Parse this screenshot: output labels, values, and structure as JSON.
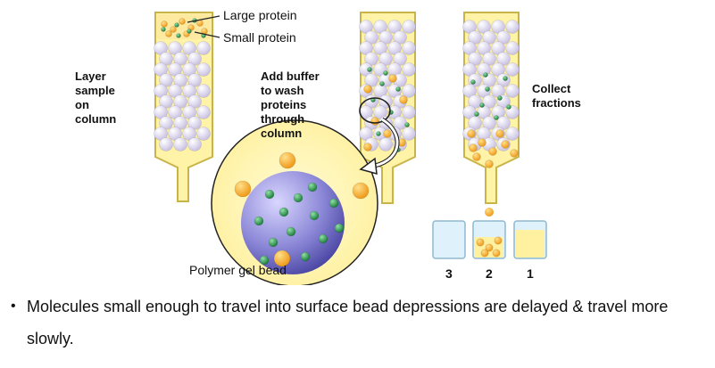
{
  "diagram": {
    "legend": {
      "large_protein": "Large protein",
      "small_protein": "Small protein"
    },
    "steps": {
      "layer": [
        "Layer",
        "sample",
        "on",
        "column"
      ],
      "buffer": [
        "Add buffer",
        "to wash",
        "proteins",
        "through",
        "column"
      ],
      "collect": [
        "Collect",
        "fractions"
      ]
    },
    "bead_label": "Polymer gel bead",
    "fraction_numbers": [
      "3",
      "2",
      "1"
    ]
  },
  "bullet": {
    "text": "Molecules small enough to travel into surface bead depressions are delayed & travel more slowly."
  },
  "colors": {
    "column_fill": "#fff3a8",
    "column_stroke": "#c9b44a",
    "gel_bead": "#ddd8ee",
    "large_protein": "#f5a623",
    "small_protein": "#2e9e4f",
    "big_bead": "#7b77c7",
    "tube_fill": "#cfe8f5"
  }
}
